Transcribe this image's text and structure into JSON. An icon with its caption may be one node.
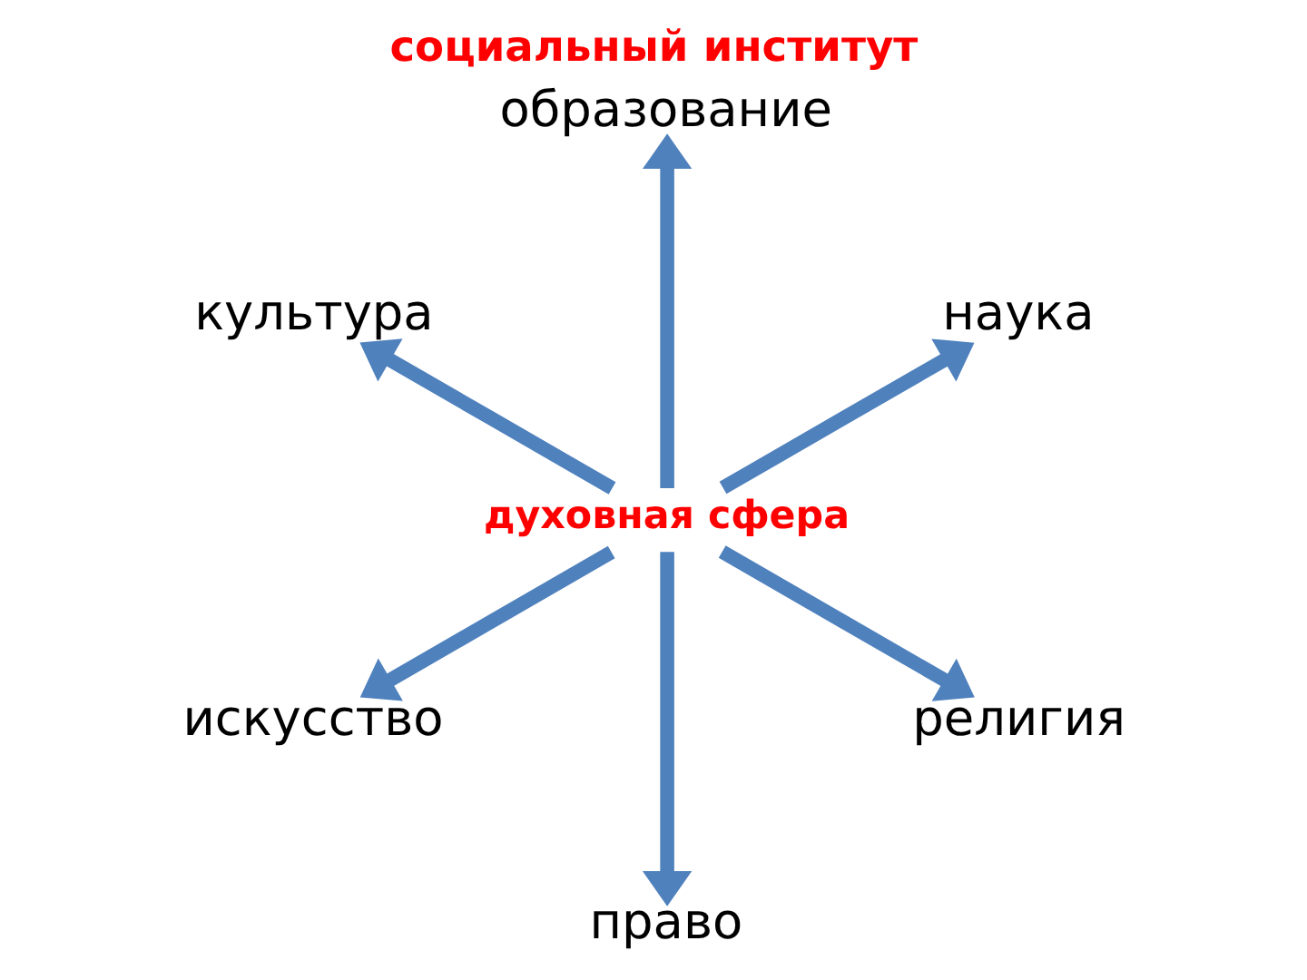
{
  "diagram": {
    "title": "социальный институт",
    "nodes": [
      {
        "text": [
          "культура"
        ]
      },
      {
        "text": [
          "образование"
        ]
      },
      {
        "text": [
          "духовная сфера"
        ]
      },
      {
        "text": [
          "искусство"
        ]
      },
      {
        "text": [
          "наука"
        ]
      },
      {
        "text": [
          "право"
        ]
      },
      {
        "text": [
          "религия"
        ]
      }
    ],
    "edges": [
      {
        "from": 2,
        "to": 0,
        "arrow": "to"
      },
      {
        "from": 2,
        "to": 3,
        "arrow": "to"
      },
      {
        "from": 2,
        "to": 5,
        "arrow": "to"
      },
      {
        "from": 2,
        "to": 6,
        "arrow": "to"
      },
      {
        "from": 2,
        "to": 4,
        "arrow": "to"
      },
      {
        "from": 2,
        "to": 1,
        "arrow": "to"
      }
    ]
  }
}
